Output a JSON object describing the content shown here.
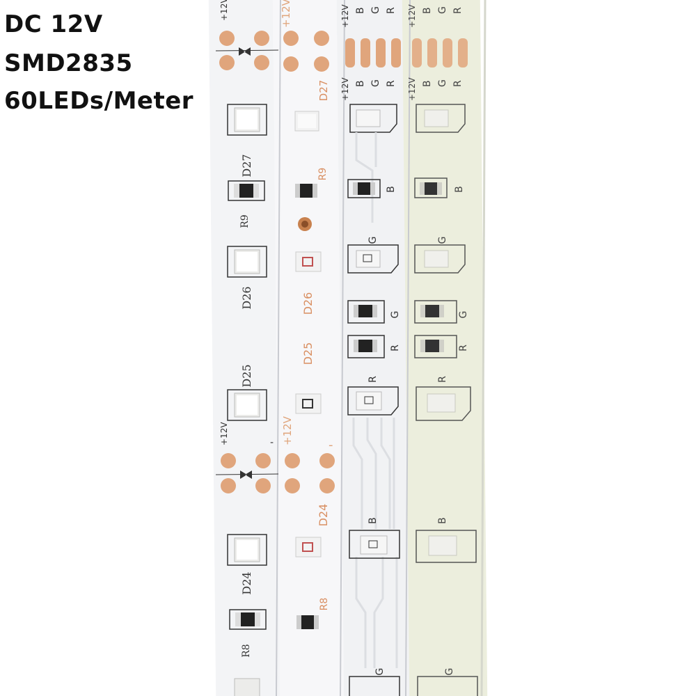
{
  "specs": {
    "voltage": "DC 12V",
    "chip": "SMD2835",
    "density": "60LEDs/Meter"
  },
  "strips": [
    {
      "kind": "white",
      "pad_labels": [
        "+12V",
        "-"
      ],
      "components": [
        "D27",
        "R9",
        "D26",
        "D25",
        "D24",
        "R8"
      ]
    },
    {
      "kind": "white",
      "pad_labels": [
        "+12V",
        "-"
      ],
      "components": [
        "D27",
        "R9",
        "D26",
        "D25",
        "D24",
        "R8"
      ]
    },
    {
      "kind": "rgb",
      "pad_labels": [
        "+12V",
        "B",
        "G",
        "R"
      ],
      "channels": [
        "B",
        "G",
        "R"
      ]
    },
    {
      "kind": "rgb-waterproof",
      "pad_labels": [
        "+12V",
        "B",
        "G",
        "R"
      ],
      "channels": [
        "B",
        "G",
        "R"
      ]
    }
  ],
  "colors": {
    "copper": "#e0a57c",
    "pcb_white": "#f4f5f7",
    "pcb_coated": "#eceee0",
    "silkscreen": "#2a2a2a",
    "copper_text": "#d98f62"
  }
}
